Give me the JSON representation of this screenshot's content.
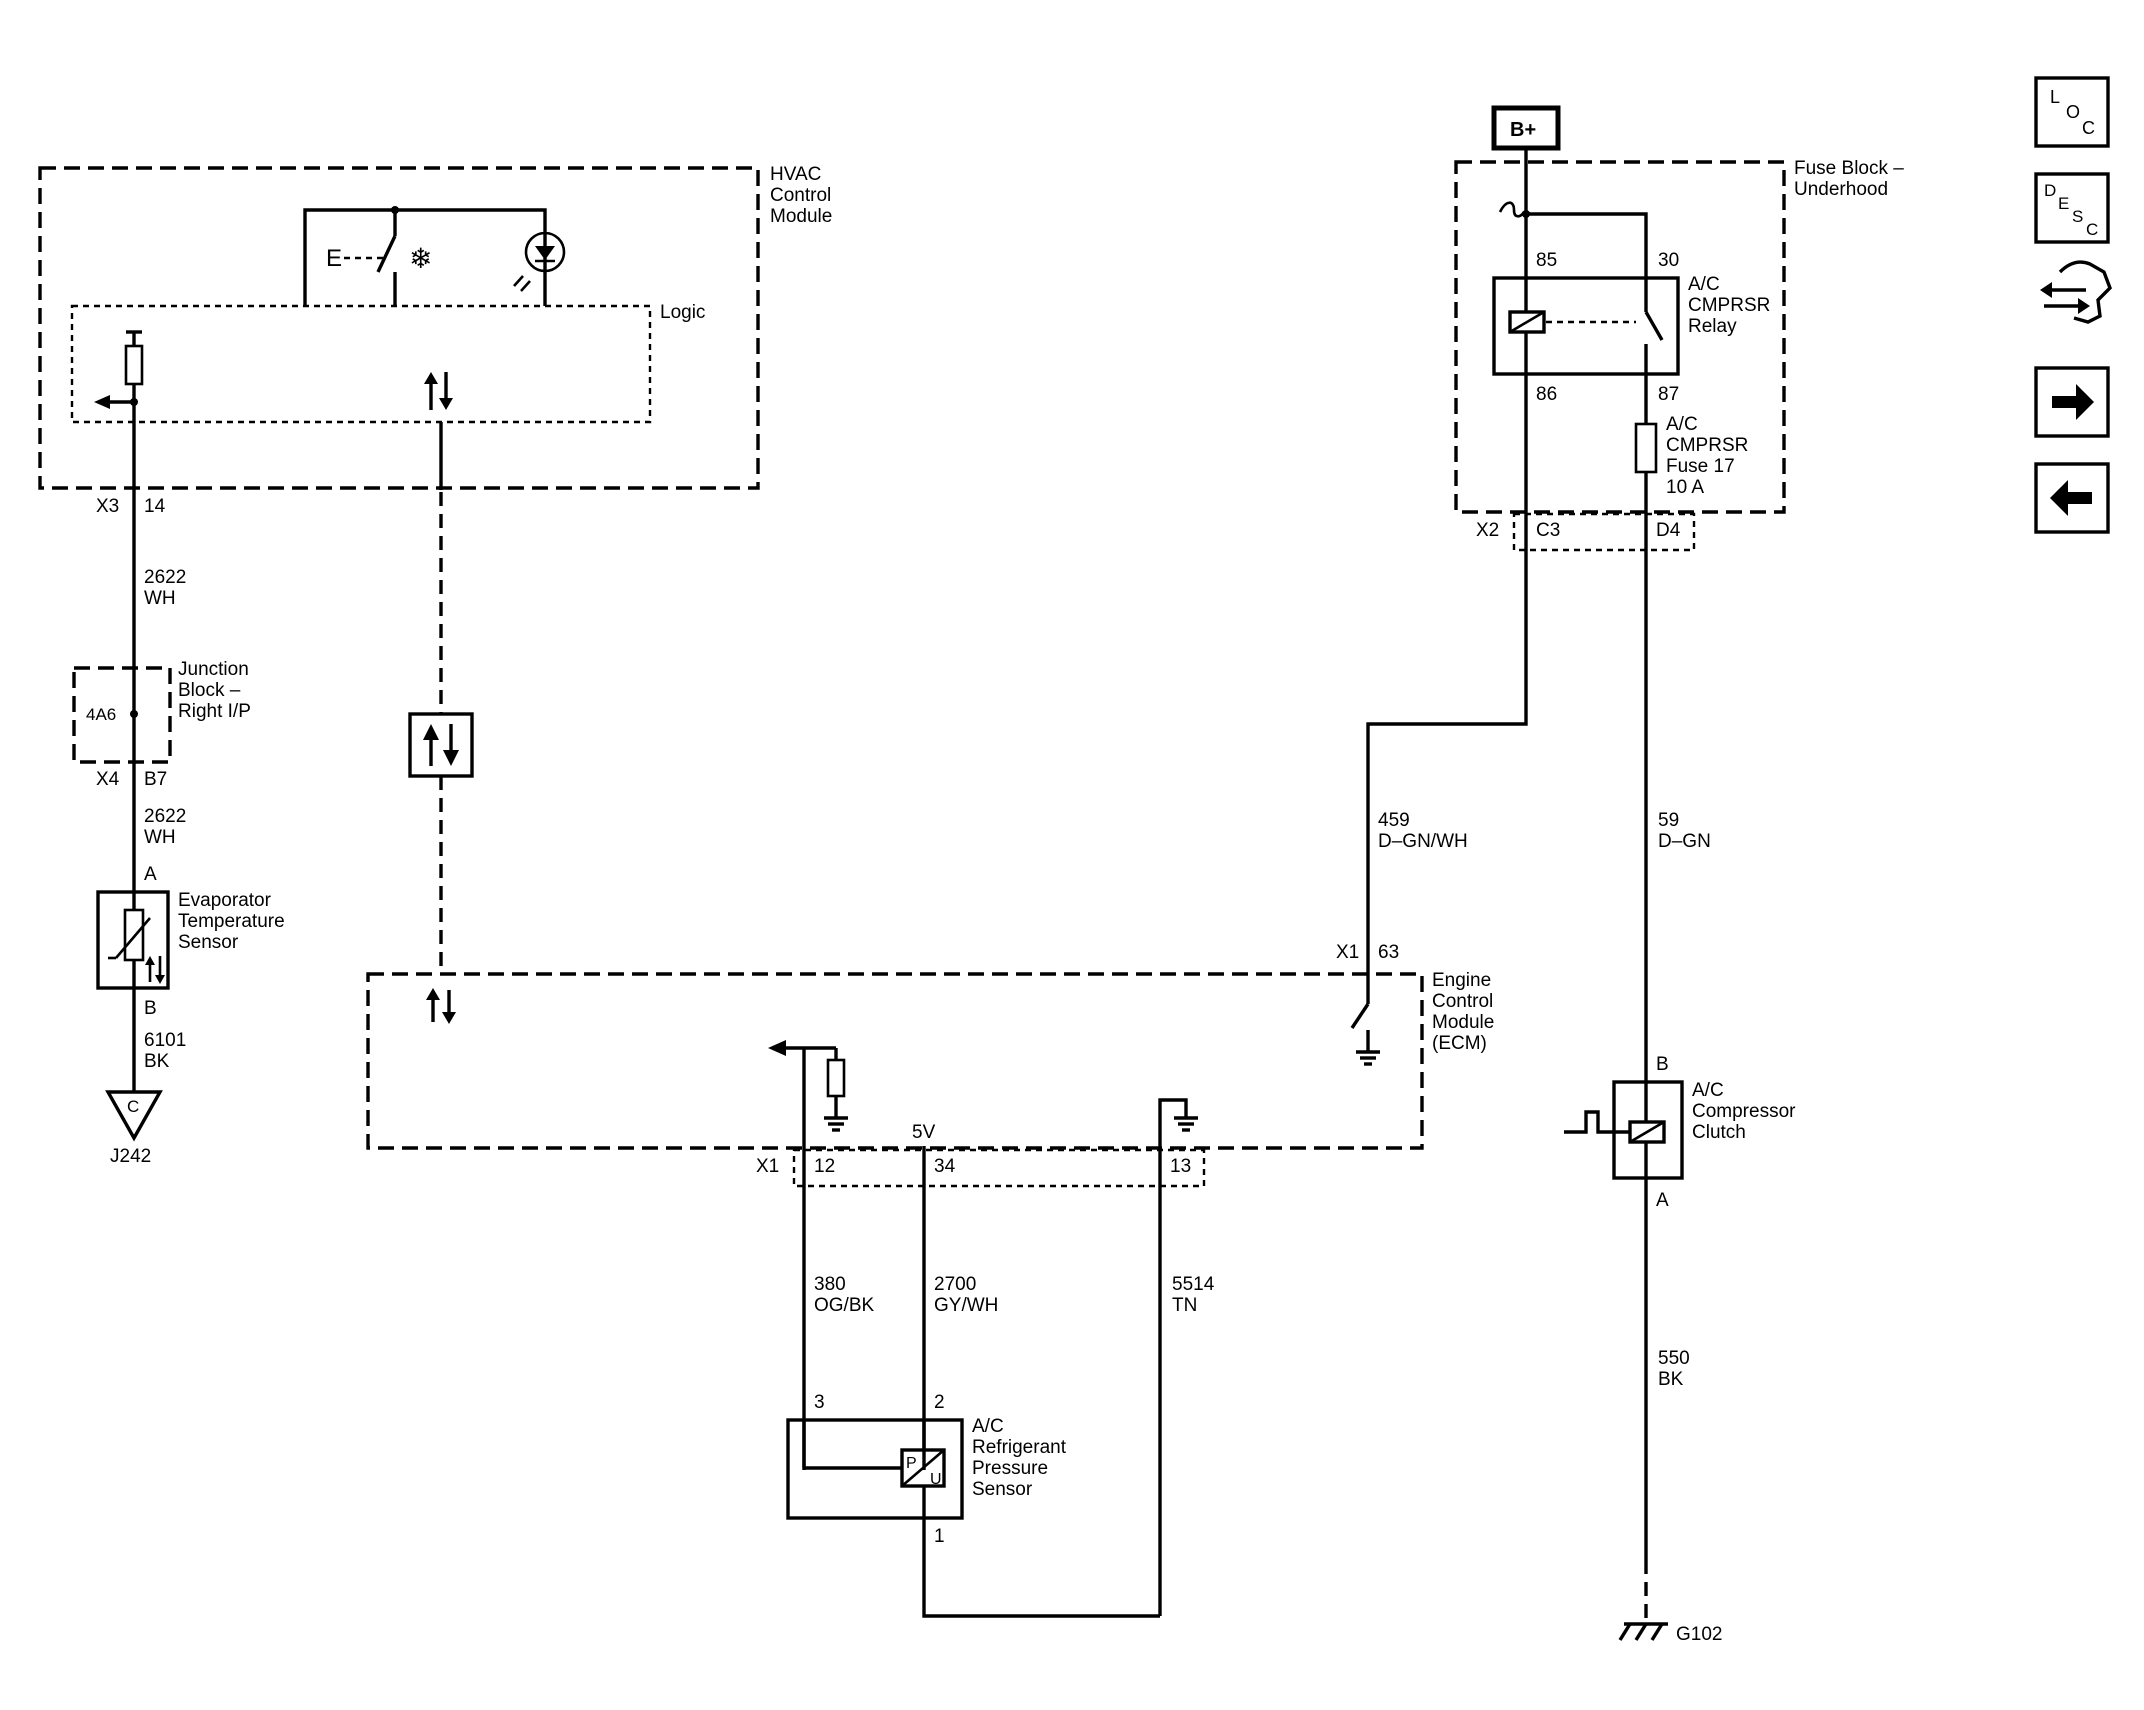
{
  "hvac_module": {
    "name_lines": [
      "HVAC",
      "Control",
      "Module"
    ],
    "logic_label": "Logic"
  },
  "hvac_connector": {
    "connector": "X3",
    "pin": "14"
  },
  "wire_2622_upper": {
    "circuit": "2622",
    "color": "WH"
  },
  "junction_block": {
    "name_lines": [
      "Junction",
      "Block –",
      "Right I/P"
    ],
    "terminal": "4A6"
  },
  "junction_connector": {
    "connector": "X4",
    "pin": "B7"
  },
  "wire_2622_lower": {
    "circuit": "2622",
    "color": "WH"
  },
  "evap_sensor": {
    "name_lines": [
      "Evaporator",
      "Temperature",
      "Sensor"
    ],
    "pin_top": "A",
    "pin_bottom": "B"
  },
  "wire_6101": {
    "circuit": "6101",
    "color": "BK"
  },
  "ground_j242": {
    "symbol_letter": "C",
    "label": "J242"
  },
  "battery": {
    "label": "B+"
  },
  "fuse_block": {
    "name_lines": [
      "Fuse Block –",
      "Underhood"
    ],
    "connector": "X2",
    "pin_relay": "C3",
    "pin_fuse": "D4"
  },
  "relay": {
    "name_lines": [
      "A/C",
      "CMPRSR",
      "Relay"
    ],
    "pin_85": "85",
    "pin_30": "30",
    "pin_86": "86",
    "pin_87": "87"
  },
  "fuse": {
    "name_lines": [
      "A/C",
      "CMPRSR",
      "Fuse 17",
      "10 A"
    ]
  },
  "wire_459": {
    "circuit": "459",
    "color": "D–GN/WH"
  },
  "wire_59": {
    "circuit": "59",
    "color": "D–GN"
  },
  "ecm": {
    "name_lines": [
      "Engine",
      "Control",
      "Module",
      "(ECM)"
    ],
    "top_connector": "X1",
    "top_pin": "63",
    "bottom_connector": "X1",
    "pin_12": "12",
    "pin_34": "34",
    "pin_13": "13",
    "five_volt": "5V"
  },
  "compressor_clutch": {
    "name_lines": [
      "A/C",
      "Compressor",
      "Clutch"
    ],
    "pin_top": "B",
    "pin_bottom": "A"
  },
  "wire_550": {
    "circuit": "550",
    "color": "BK"
  },
  "ground_g102": {
    "label": "G102"
  },
  "wire_380": {
    "circuit": "380",
    "color": "OG/BK"
  },
  "wire_2700": {
    "circuit": "2700",
    "color": "GY/WH"
  },
  "wire_5514": {
    "circuit": "5514",
    "color": "TN"
  },
  "pressure_sensor": {
    "name_lines": [
      "A/C",
      "Refrigerant",
      "Pressure",
      "Sensor"
    ],
    "pin_3": "3",
    "pin_2": "2",
    "pin_1": "1",
    "symbol_top": "P",
    "symbol_bottom": "U"
  },
  "nav": {
    "loc": [
      "L",
      "O",
      "C"
    ],
    "desc": [
      "D",
      "E",
      "S",
      "C"
    ],
    "icons": [
      "connector-swap-icon",
      "arrow-right-icon",
      "arrow-left-icon"
    ]
  }
}
